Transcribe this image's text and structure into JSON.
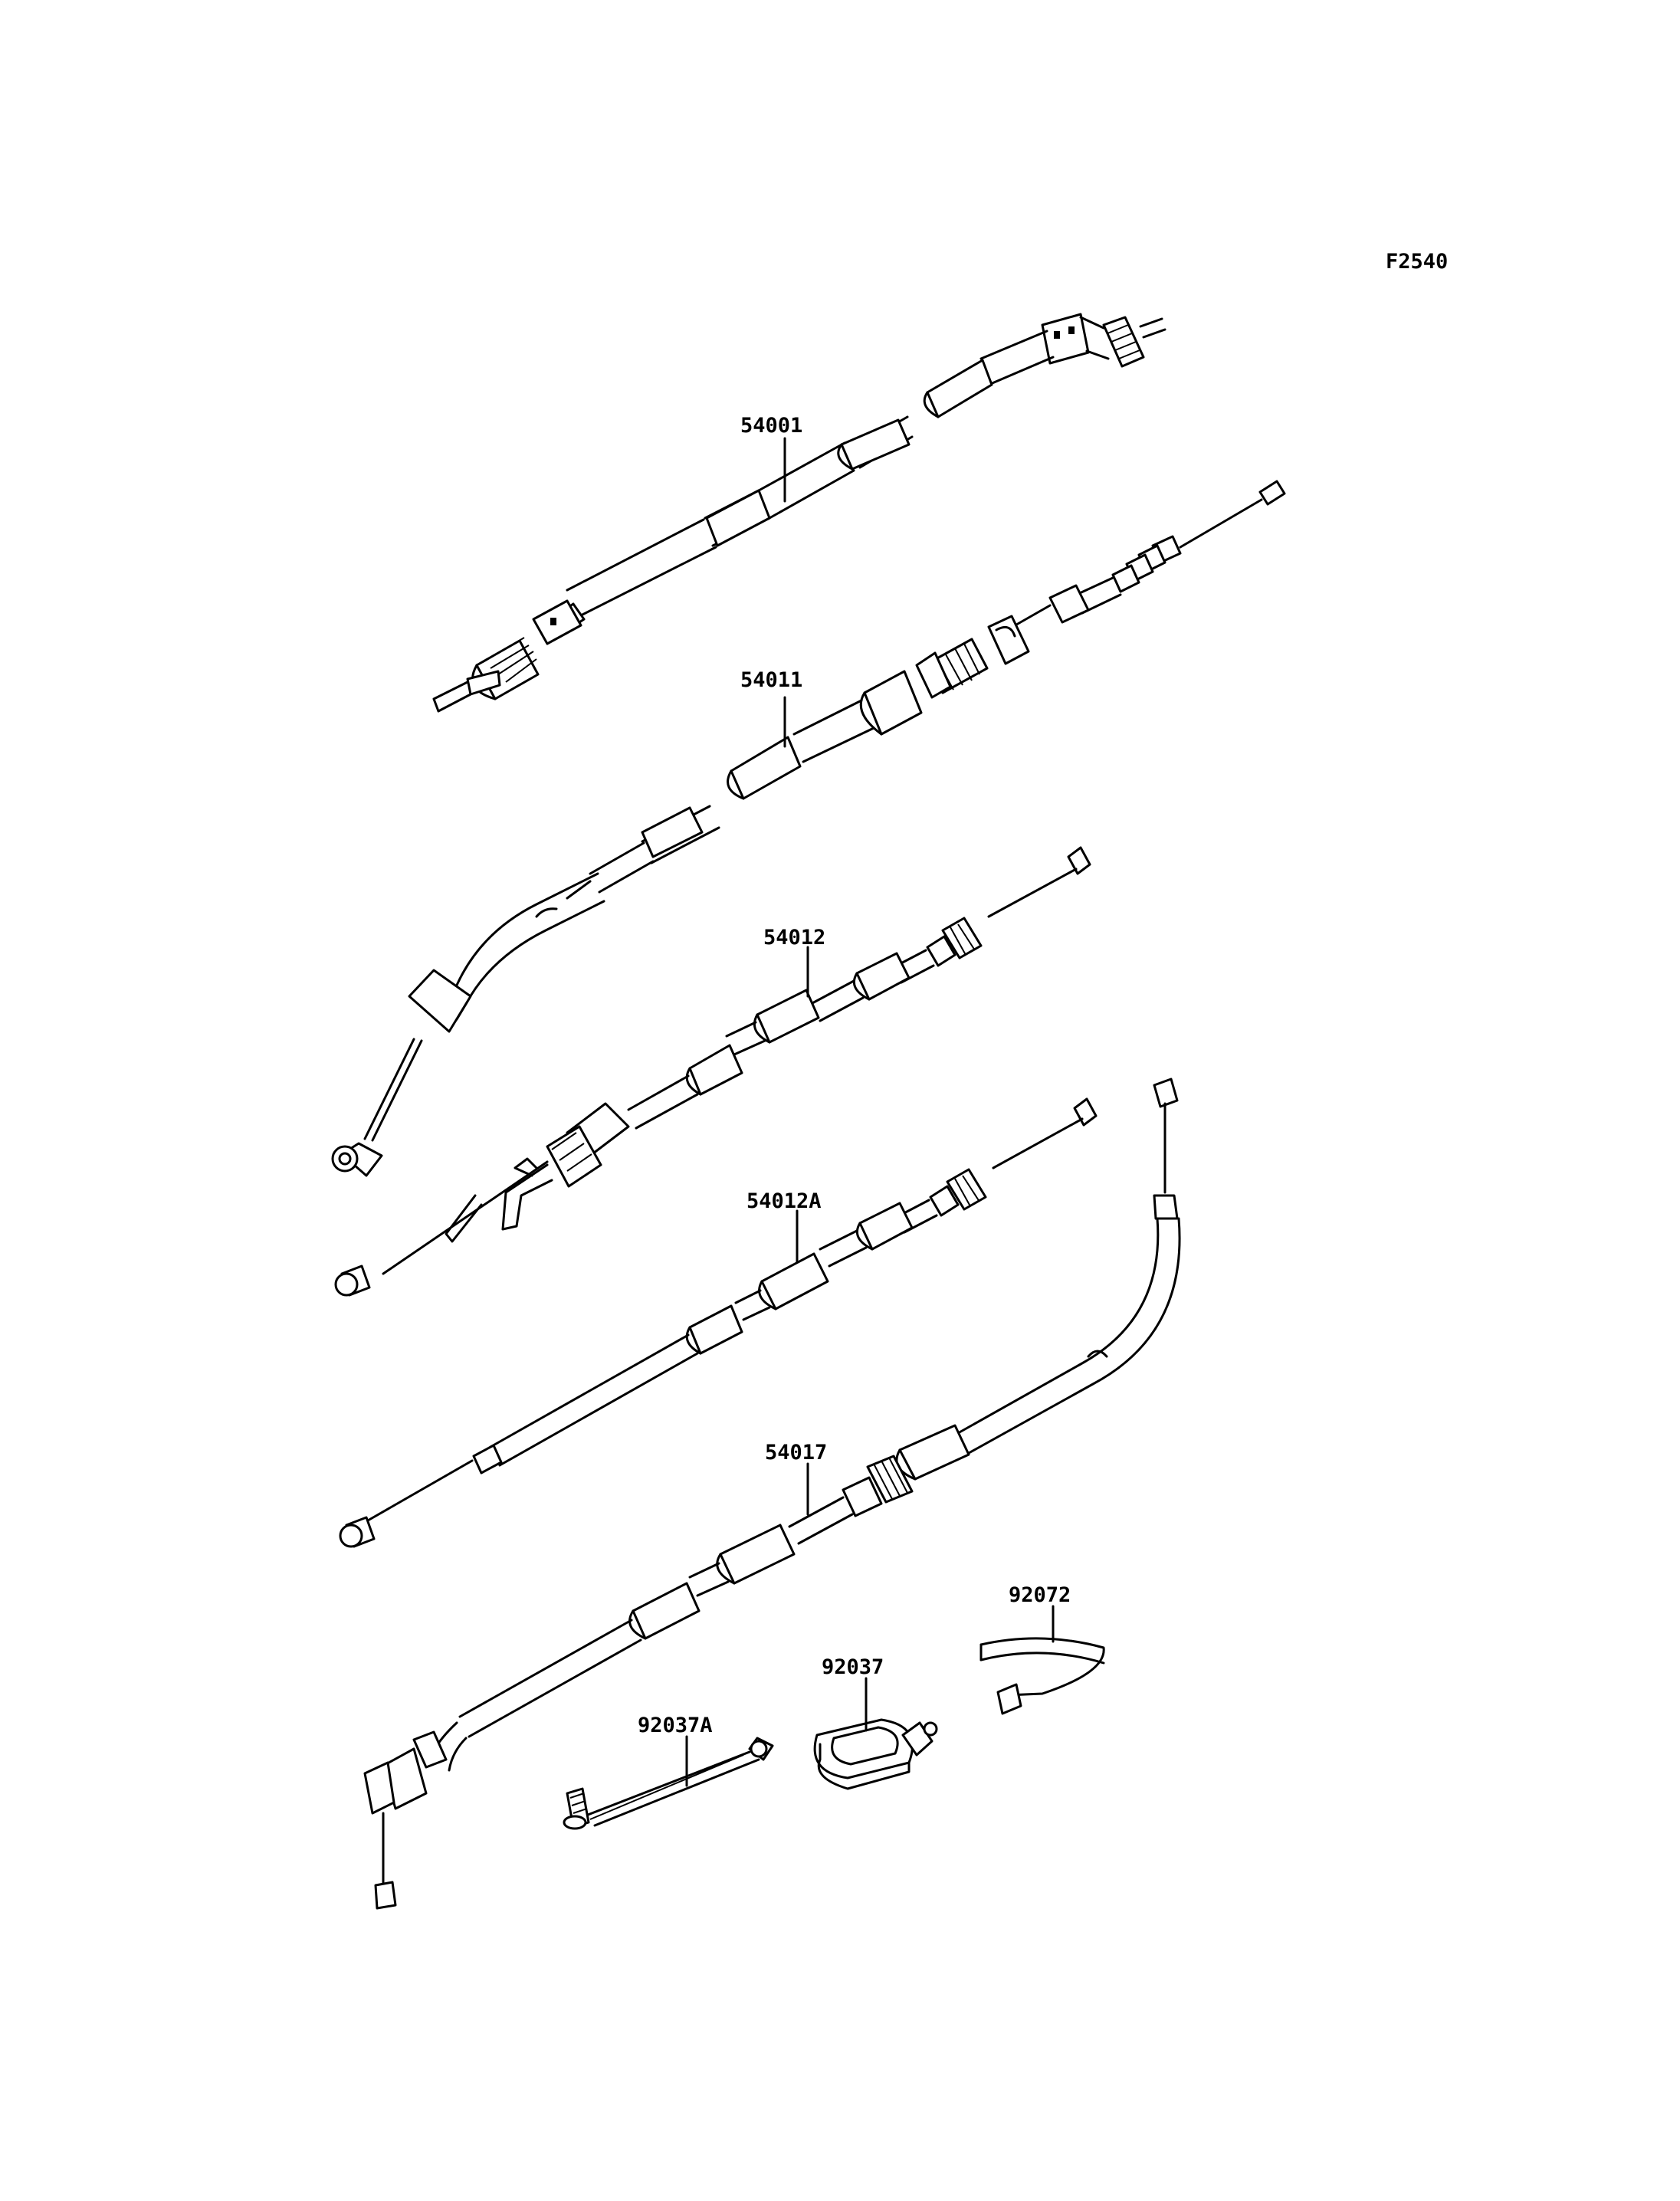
{
  "figure_code": "F2540",
  "callouts": [
    {
      "id": "c-54001",
      "label": "54001"
    },
    {
      "id": "c-54011",
      "label": "54011"
    },
    {
      "id": "c-54012",
      "label": "54012"
    },
    {
      "id": "c-54012A",
      "label": "54012A"
    },
    {
      "id": "c-54017",
      "label": "54017"
    },
    {
      "id": "c-92072",
      "label": "92072"
    },
    {
      "id": "c-92037",
      "label": "92037"
    },
    {
      "id": "c-92037A",
      "label": "92037A"
    }
  ],
  "parts": [
    {
      "ref": "54001",
      "kind": "cable"
    },
    {
      "ref": "54011",
      "kind": "cable"
    },
    {
      "ref": "54012",
      "kind": "cable"
    },
    {
      "ref": "54012A",
      "kind": "cable"
    },
    {
      "ref": "54017",
      "kind": "cable"
    },
    {
      "ref": "92072",
      "kind": "band"
    },
    {
      "ref": "92037",
      "kind": "clamp"
    },
    {
      "ref": "92037A",
      "kind": "clamp"
    }
  ]
}
